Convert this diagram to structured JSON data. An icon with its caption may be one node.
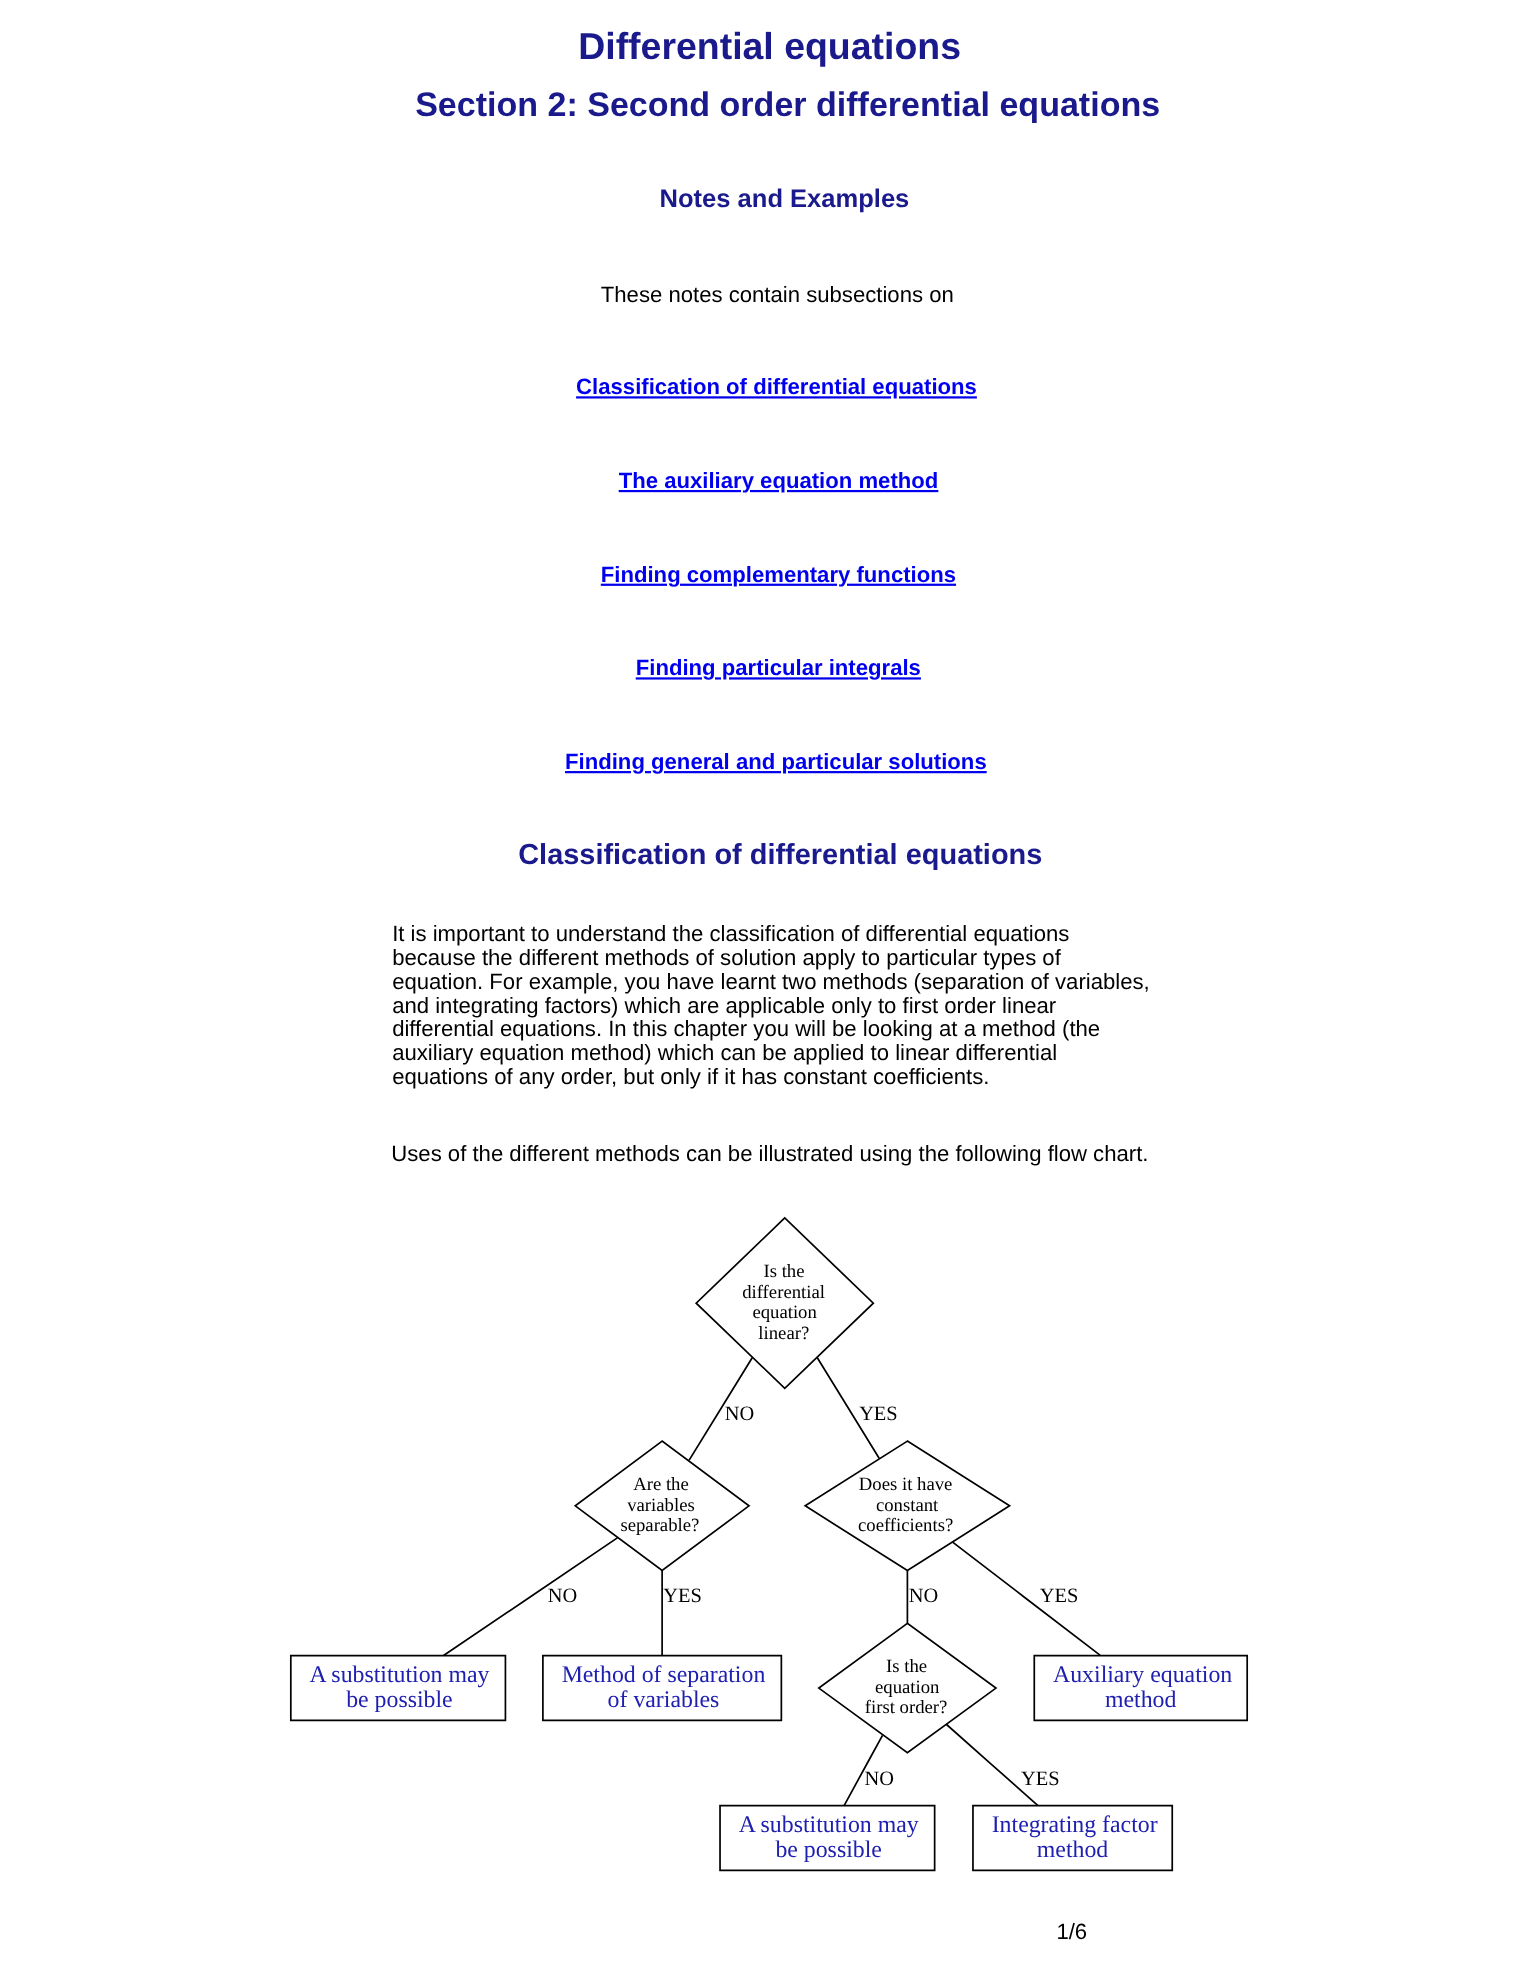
{
  "diagram": {
    "title": "Differential equations",
    "nodes": [
      {
        "text": [
          "Is the differential equation linear?"
        ]
      },
      {
        "text": [
          "Are the variables separable?"
        ]
      },
      {
        "text": [
          "Does it have constant coefficients?"
        ]
      },
      {
        "text": [
          "A substitution may be possible"
        ]
      },
      {
        "text": [
          "Method of separation of variables"
        ]
      },
      {
        "text": [
          "Is the equation first order?"
        ]
      },
      {
        "text": [
          "Auxiliary equation method"
        ]
      },
      {
        "text": [
          "A substitution may be possible"
        ]
      },
      {
        "text": [
          "Integrating factor method"
        ]
      }
    ],
    "edges": [
      {
        "from": 0,
        "to": 1,
        "arrow": "none",
        "label": "NO"
      },
      {
        "from": 0,
        "to": 2,
        "arrow": "none",
        "label": "YES"
      },
      {
        "from": 1,
        "to": 3,
        "arrow": "none",
        "label": "NO"
      },
      {
        "from": 1,
        "to": 4,
        "arrow": "none",
        "label": "YES"
      },
      {
        "from": 2,
        "to": 5,
        "arrow": "none",
        "label": "NO"
      },
      {
        "from": 2,
        "to": 6,
        "arrow": "none",
        "label": "YES"
      },
      {
        "from": 5,
        "to": 7,
        "arrow": "none",
        "label": "NO"
      },
      {
        "from": 5,
        "to": 8,
        "arrow": "none",
        "label": "YES"
      }
    ],
    "labels": [
      "Section 2: Second order differential equations",
      "Notes and Examples",
      "These notes contain subsections on",
      "Classification of differential equations",
      "The auxiliary equation method",
      "Finding complementary functions",
      "Finding particular integrals",
      "Finding general and particular solutions",
      "Classification of differential equations",
      "It is important to understand the classification of differential equations because the different methods of solution apply to particular types of equation. For example, you have learnt two methods (separation of variables, and integrating factors) which are applicable only to first order linear differential equations. In this chapter you will be looking at a method (the auxiliary equation method) which can be applied to linear differential equations of any order, but only if it has constant coefficients.",
      "Uses of the different methods can be illustrated using the following flow chart.",
      "1/6"
    ]
  }
}
